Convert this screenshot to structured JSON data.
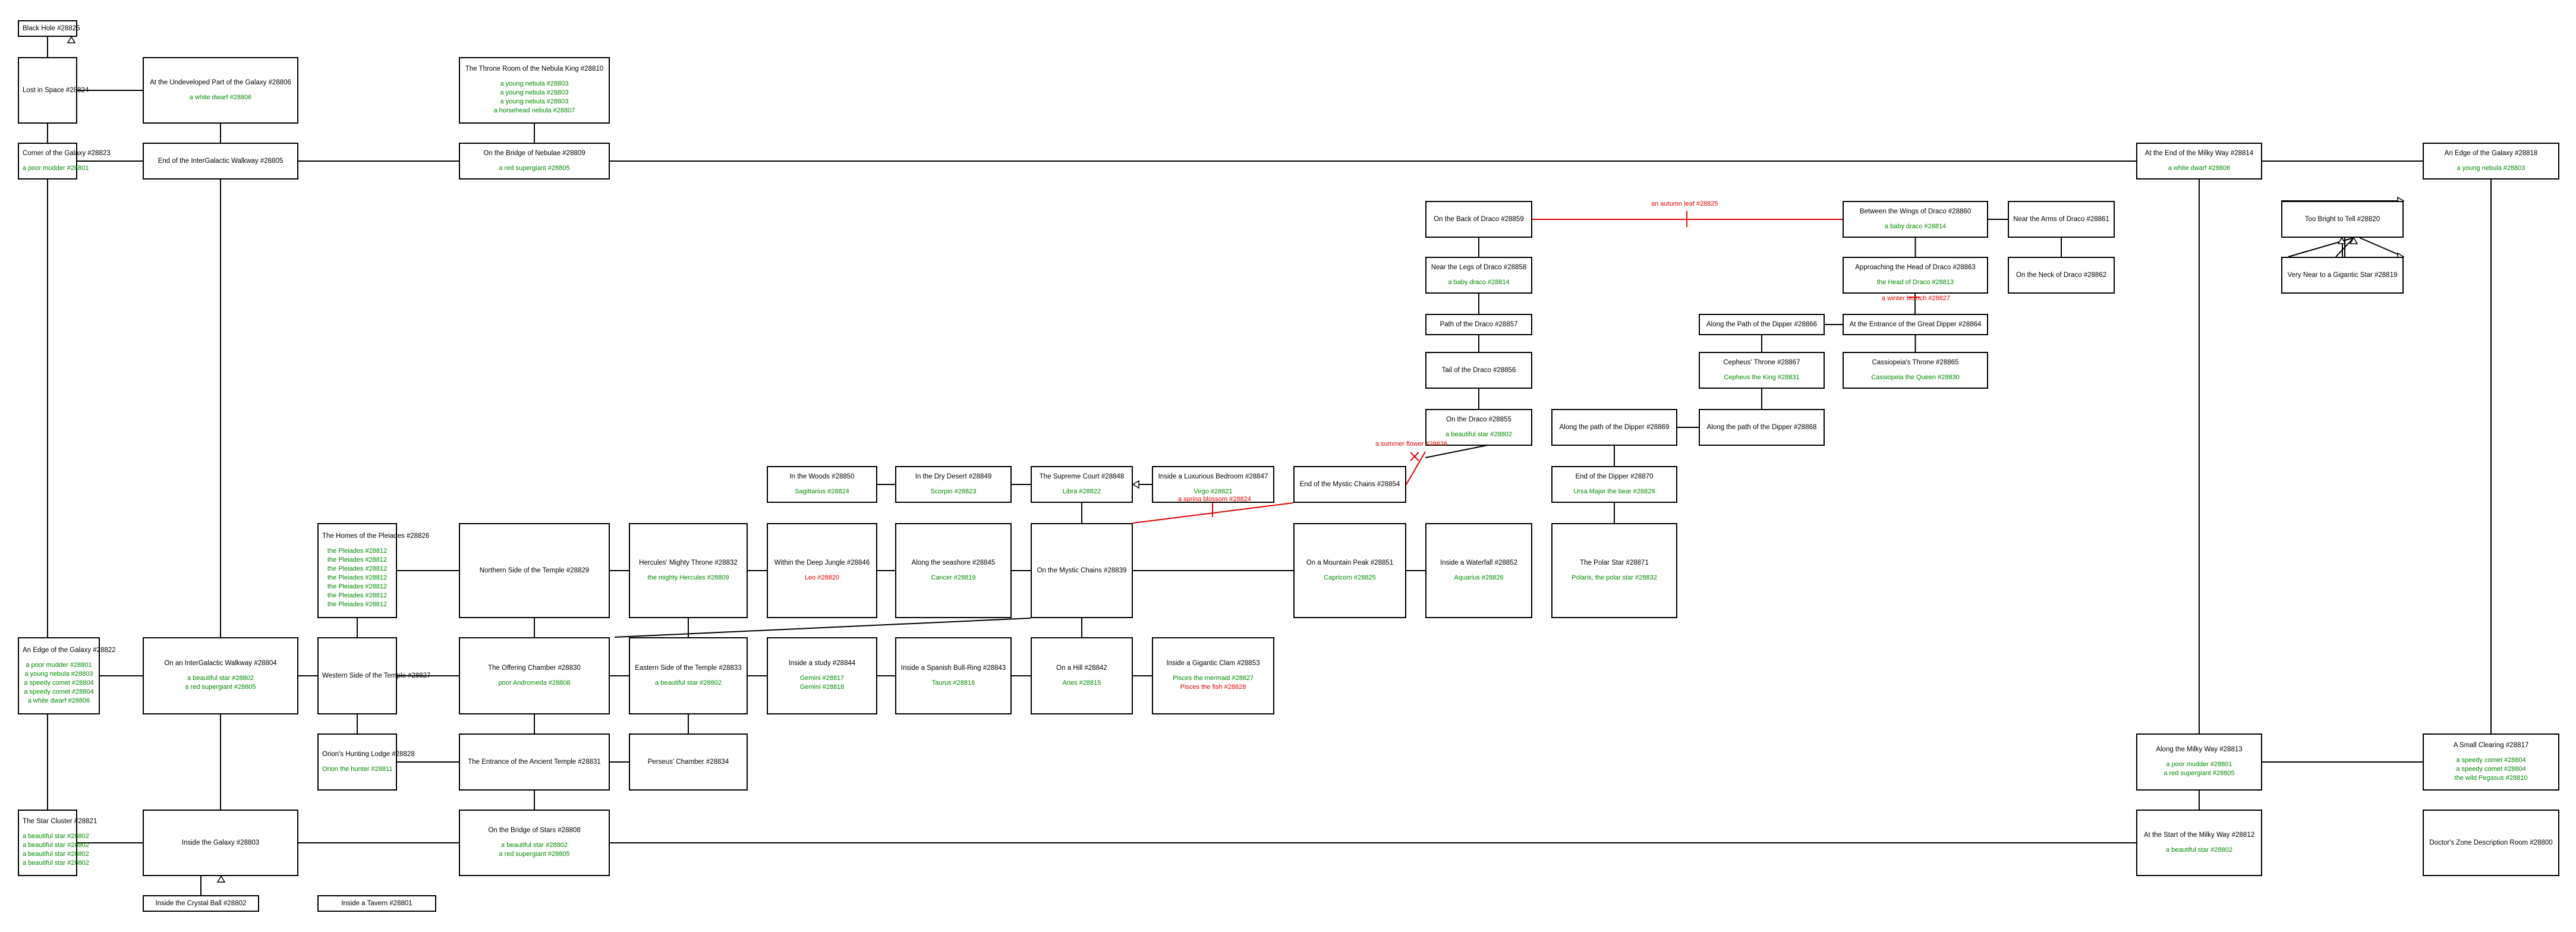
{
  "colors": {
    "line": "#000000",
    "item": "#008800",
    "item_alt": "#e00000",
    "special_edge": "#e00000"
  },
  "rooms": [
    {
      "id": "r28825",
      "title": "Black Hole #28825",
      "items": []
    },
    {
      "id": "r28824",
      "title": "Lost in Space #28824",
      "items": []
    },
    {
      "id": "r28806",
      "title": "At the Undeveloped Part of the Galaxy #28806",
      "items": [
        {
          "text": "a white dwarf #28806",
          "color": "green"
        }
      ]
    },
    {
      "id": "r28810",
      "title": "The Throne Room of the Nebula King #28810",
      "items": [
        {
          "text": "a young nebula #28803",
          "color": "green"
        },
        {
          "text": "a young nebula #28803",
          "color": "green"
        },
        {
          "text": "a young nebula #28803",
          "color": "green"
        },
        {
          "text": "a horsehead nebula #28807",
          "color": "green"
        }
      ]
    },
    {
      "id": "r28823",
      "title": "Corner of the Galaxy #28823",
      "items": [
        {
          "text": "a poor mudder #28801",
          "color": "green"
        }
      ]
    },
    {
      "id": "r28805",
      "title": "End of the InterGalactic Walkway #28805",
      "items": []
    },
    {
      "id": "r28809",
      "title": "On the Bridge of Nebulae #28809",
      "items": [
        {
          "text": "a red supergiant #28805",
          "color": "green"
        }
      ]
    },
    {
      "id": "r28814",
      "title": "At the End of the Milky Way #28814",
      "items": [
        {
          "text": "a white dwarf #28806",
          "color": "green"
        }
      ]
    },
    {
      "id": "r28818",
      "title": "An Edge of the Galaxy #28818",
      "items": [
        {
          "text": "a young nebula #28803",
          "color": "green"
        }
      ]
    },
    {
      "id": "r28859",
      "title": "On the Back of Draco #28859",
      "items": []
    },
    {
      "id": "r28860",
      "title": "Between the Wings of Draco #28860",
      "items": [
        {
          "text": "a baby draco #28814",
          "color": "green"
        }
      ]
    },
    {
      "id": "r28861",
      "title": "Near the Arms of Draco #28861",
      "items": []
    },
    {
      "id": "r28820",
      "title": "Too Bright to Tell #28820",
      "items": []
    },
    {
      "id": "r28858",
      "title": "Near the Legs of Draco #28858",
      "items": [
        {
          "text": "a baby draco #28814",
          "color": "green"
        }
      ]
    },
    {
      "id": "r28863",
      "title": "Approaching the Head of Draco #28863",
      "items": [
        {
          "text": "the Head of Draco #28813",
          "color": "green"
        }
      ]
    },
    {
      "id": "r28862",
      "title": "On the Neck of Draco #28862",
      "items": []
    },
    {
      "id": "r28819",
      "title": "Very Near to a Gigantic Star #28819",
      "items": []
    },
    {
      "id": "r28857",
      "title": "Path of the Draco #28857",
      "items": []
    },
    {
      "id": "r28866",
      "title": "Along the Path of the Dipper #28866",
      "items": []
    },
    {
      "id": "r28864",
      "title": "At the Entrance of the Great Dipper #28864",
      "items": []
    },
    {
      "id": "r28856",
      "title": "Tail of the Draco #28856",
      "items": []
    },
    {
      "id": "r28867",
      "title": "Cepheus' Throne #28867",
      "items": [
        {
          "text": "Cepheus the King #28831",
          "color": "green"
        }
      ]
    },
    {
      "id": "r28865",
      "title": "Cassiopeia's Throne #28865",
      "items": [
        {
          "text": "Cassiopeia the Queen #28830",
          "color": "green"
        }
      ]
    },
    {
      "id": "r28855",
      "title": "On the Draco #28855",
      "items": [
        {
          "text": "a beautiful star #28802",
          "color": "green"
        }
      ]
    },
    {
      "id": "r28869",
      "title": "Along the path of the Dipper #28869",
      "items": []
    },
    {
      "id": "r28868",
      "title": "Along the path of the Dipper #28868",
      "items": []
    },
    {
      "id": "r28850",
      "title": "In the Woods #28850",
      "items": [
        {
          "text": "Sagittarius #28824",
          "color": "green"
        }
      ]
    },
    {
      "id": "r28849",
      "title": "In the Dry Desert #28849",
      "items": [
        {
          "text": "Scorpio #28823",
          "color": "green"
        }
      ]
    },
    {
      "id": "r28848",
      "title": "The Supreme Court #28848",
      "items": [
        {
          "text": "Libra #28822",
          "color": "green"
        }
      ]
    },
    {
      "id": "r28847",
      "title": "Inside a Luxurious Bedroom #28847",
      "items": [
        {
          "text": "Virgo #28821",
          "color": "green"
        }
      ]
    },
    {
      "id": "r28854",
      "title": "End of the Mystic Chains #28854",
      "items": []
    },
    {
      "id": "r28870",
      "title": "End of the Dipper #28870",
      "items": [
        {
          "text": "Ursa Major the bear #28829",
          "color": "green"
        }
      ]
    },
    {
      "id": "r28826",
      "title": "The Homes of the Pleiades #28826",
      "items": [
        {
          "text": "the Pleiades #28812",
          "color": "green"
        },
        {
          "text": "the Pleiades #28812",
          "color": "green"
        },
        {
          "text": "the Pleiades #28812",
          "color": "green"
        },
        {
          "text": "the Pleiades #28812",
          "color": "green"
        },
        {
          "text": "the Pleiades #28812",
          "color": "green"
        },
        {
          "text": "the Pleiades #28812",
          "color": "green"
        },
        {
          "text": "the Pleiades #28812",
          "color": "green"
        }
      ]
    },
    {
      "id": "r28829",
      "title": "Northern Side of the Temple #28829",
      "items": []
    },
    {
      "id": "r28832",
      "title": "Hercules' Mighty Throne #28832",
      "items": [
        {
          "text": "the mighty Hercules #28809",
          "color": "green"
        }
      ]
    },
    {
      "id": "r28846",
      "title": "Within the Deep Jungle #28846",
      "items": [
        {
          "text": "Leo #28820",
          "color": "red"
        }
      ]
    },
    {
      "id": "r28845",
      "title": "Along the seashore #28845",
      "items": [
        {
          "text": "Cancer #28819",
          "color": "green"
        }
      ]
    },
    {
      "id": "r28839",
      "title": "On the Mystic Chains #28839",
      "items": []
    },
    {
      "id": "r28851",
      "title": "On a Mountain Peak #28851",
      "items": [
        {
          "text": "Capricorn #28825",
          "color": "green"
        }
      ]
    },
    {
      "id": "r28852",
      "title": "Inside a Waterfall #28852",
      "items": [
        {
          "text": "Aquarius #28826",
          "color": "green"
        }
      ]
    },
    {
      "id": "r28871",
      "title": "The Polar Star #28871",
      "items": [
        {
          "text": "Polaris, the polar star #28832",
          "color": "green"
        }
      ]
    },
    {
      "id": "r28822",
      "title": "An Edge of the Galaxy #28822",
      "items": [
        {
          "text": "a poor mudder #28801",
          "color": "green"
        },
        {
          "text": "a young nebula #28803",
          "color": "green"
        },
        {
          "text": "a speedy comet #28804",
          "color": "green"
        },
        {
          "text": "a speedy comet #28804",
          "color": "green"
        },
        {
          "text": "a white dwarf #28806",
          "color": "green"
        }
      ]
    },
    {
      "id": "r28804",
      "title": "On an InterGalactic Walkway #28804",
      "items": [
        {
          "text": "a beautiful star #28802",
          "color": "green"
        },
        {
          "text": "a red supergiant #28805",
          "color": "green"
        }
      ]
    },
    {
      "id": "r28827",
      "title": "Western Side of the Temple #28827",
      "items": []
    },
    {
      "id": "r28830",
      "title": "The Offering Chamber #28830",
      "items": [
        {
          "text": "poor Andromeda #28808",
          "color": "green"
        }
      ]
    },
    {
      "id": "r28833",
      "title": "Eastern Side of the Temple #28833",
      "items": [
        {
          "text": "a beautiful star #28802",
          "color": "green"
        }
      ]
    },
    {
      "id": "r28844",
      "title": "Inside a study #28844",
      "items": [
        {
          "text": "Gemini #28817",
          "color": "green"
        },
        {
          "text": "Gemini #28818",
          "color": "green"
        }
      ]
    },
    {
      "id": "r28843",
      "title": "Inside a Spanish Bull-Ring #28843",
      "items": [
        {
          "text": "Taurus #28816",
          "color": "green"
        }
      ]
    },
    {
      "id": "r28842",
      "title": "On a Hill #28842",
      "items": [
        {
          "text": "Aries #28815",
          "color": "green"
        }
      ]
    },
    {
      "id": "r28853",
      "title": "Inside a Gigantic Clam #28853",
      "items": [
        {
          "text": "Pisces the mermaid #28827",
          "color": "green"
        },
        {
          "text": "Pisces the fish #28828",
          "color": "red"
        }
      ]
    },
    {
      "id": "r28828",
      "title": "Orion's Hunting Lodge #28828",
      "items": [
        {
          "text": "Orion the hunter #28811",
          "color": "green"
        }
      ]
    },
    {
      "id": "r28831",
      "title": "The Entrance of the Ancient Temple #28831",
      "items": []
    },
    {
      "id": "r28834",
      "title": "Perseus' Chamber #28834",
      "items": []
    },
    {
      "id": "r28813",
      "title": "Along the Milky Way #28813",
      "items": [
        {
          "text": "a poor mudder #28801",
          "color": "green"
        },
        {
          "text": "a red supergiant #28805",
          "color": "green"
        }
      ]
    },
    {
      "id": "r28817",
      "title": "A Small Clearing #28817",
      "items": [
        {
          "text": "a speedy comet #28804",
          "color": "green"
        },
        {
          "text": "a speedy comet #28804",
          "color": "green"
        },
        {
          "text": "the wild Pegasus #28810",
          "color": "green"
        }
      ]
    },
    {
      "id": "r28821",
      "title": "The Star Cluster #28821",
      "items": [
        {
          "text": "a beautiful star #28802",
          "color": "green"
        },
        {
          "text": "a beautiful star #28802",
          "color": "green"
        },
        {
          "text": "a beautiful star #28802",
          "color": "green"
        },
        {
          "text": "a beautiful star #28802",
          "color": "green"
        }
      ]
    },
    {
      "id": "r28803",
      "title": "Inside the Galaxy #28803",
      "items": []
    },
    {
      "id": "r28808",
      "title": "On the Bridge of Stars #28808",
      "items": [
        {
          "text": "a beautiful star #28802",
          "color": "green"
        },
        {
          "text": "a red supergiant #28805",
          "color": "green"
        }
      ]
    },
    {
      "id": "r28812",
      "title": "At the Start of the Milky Way #28812",
      "items": [
        {
          "text": "a beautiful star #28802",
          "color": "green"
        }
      ]
    },
    {
      "id": "r28800",
      "title": "Doctor's Zone Description Room #28800",
      "items": []
    },
    {
      "id": "r28802",
      "title": "Inside the Crystal Ball #28802",
      "items": []
    },
    {
      "id": "r28801",
      "title": "Inside a Tavern #28801",
      "items": []
    }
  ],
  "edge_labels": [
    {
      "id": "lbl-autumn",
      "text": "an autumn leaf #28825"
    },
    {
      "id": "lbl-winter",
      "text": "a winter branch #28827"
    },
    {
      "id": "lbl-summer",
      "text": "a summer flower #28826"
    },
    {
      "id": "lbl-spring",
      "text": "a spring blossom #28824"
    }
  ]
}
